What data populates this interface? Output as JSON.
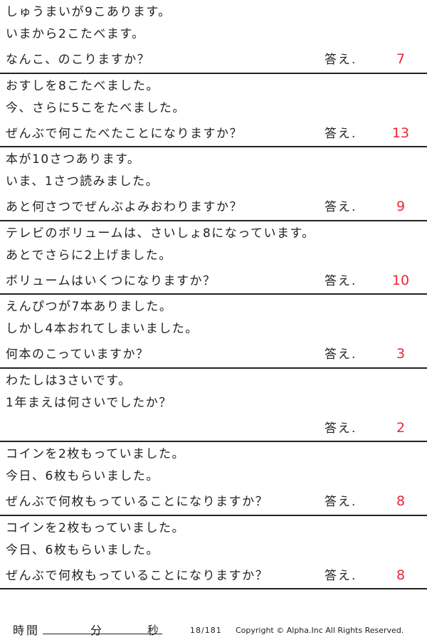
{
  "problems": [
    {
      "lines": [
        "しゅうまいが9こあります。",
        "いまから2こたべます。",
        "なんこ、のこりますか？"
      ],
      "answer_label": "答え.",
      "answer": "7"
    },
    {
      "lines": [
        "おすしを8こたべました。",
        "今、さらに5こをたべました。",
        "ぜんぶで何こたべたことになりますか？"
      ],
      "answer_label": "答え.",
      "answer": "13"
    },
    {
      "lines": [
        "本が10さつあります。",
        "いま、1さつ読みました。",
        "あと何さつでぜんぶよみおわりますか？"
      ],
      "answer_label": "答え.",
      "answer": "9"
    },
    {
      "lines": [
        "テレビのボリュームは、さいしょ8になっています。",
        "あとでさらに2上げました。",
        "ボリュームはいくつになりますか？"
      ],
      "answer_label": "答え.",
      "answer": "10"
    },
    {
      "lines": [
        "えんぴつが7本ありました。",
        "しかし4本おれてしまいました。",
        "何本のこっていますか？"
      ],
      "answer_label": "答え.",
      "answer": "3"
    },
    {
      "lines": [
        "わたしは3さいです。",
        "1年まえは何さいでしたか？",
        ""
      ],
      "answer_label": "答え.",
      "answer": "2"
    },
    {
      "lines": [
        "コインを2枚もっていました。",
        "今日、6枚もらいました。",
        "ぜんぶで何枚もっていることになりますか？"
      ],
      "answer_label": "答え.",
      "answer": "8"
    },
    {
      "lines": [
        "コインを2枚もっていました。",
        "今日、6枚もらいました。",
        "ぜんぶで何枚もっていることになりますか？"
      ],
      "answer_label": "答え.",
      "answer": "8"
    }
  ],
  "footer": {
    "time_label": "時間",
    "minutes_label": "分",
    "seconds_label": "秒",
    "page": "18/181",
    "copyright": "Copyright ©  Alpha.Inc All Rights Reserved."
  },
  "colors": {
    "answer": "#e8283a",
    "text": "#222222"
  }
}
